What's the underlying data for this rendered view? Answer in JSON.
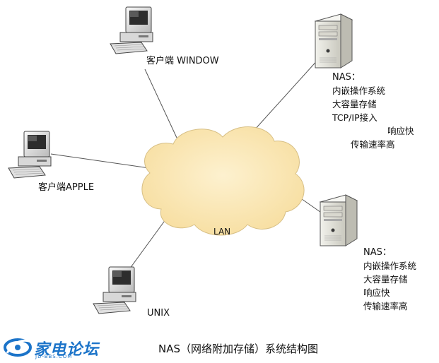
{
  "clients": {
    "window": "客户端 WINDOW",
    "apple": "客户端APPLE",
    "unix": "UNIX"
  },
  "network": {
    "lan": "LAN"
  },
  "nas_top": {
    "title": "NAS：",
    "features": [
      "内嵌操作系统",
      "大容量存储",
      "TCP/IP接入",
      "响应快",
      "传输速率高"
    ]
  },
  "nas_bottom": {
    "title": "NAS：",
    "features": [
      "内嵌操作系统",
      "大容量存储",
      "响应快",
      "传输速率高"
    ]
  },
  "caption": "NAS（网络附加存储）系统结构图",
  "logo": {
    "name": "家电论坛",
    "url": "JD-BBS.COM"
  },
  "colors": {
    "cloud_fill": "#fbe8b4",
    "cloud_stroke": "#d7bf85",
    "link": "#555555",
    "logo_blue": "#1c74c9"
  }
}
